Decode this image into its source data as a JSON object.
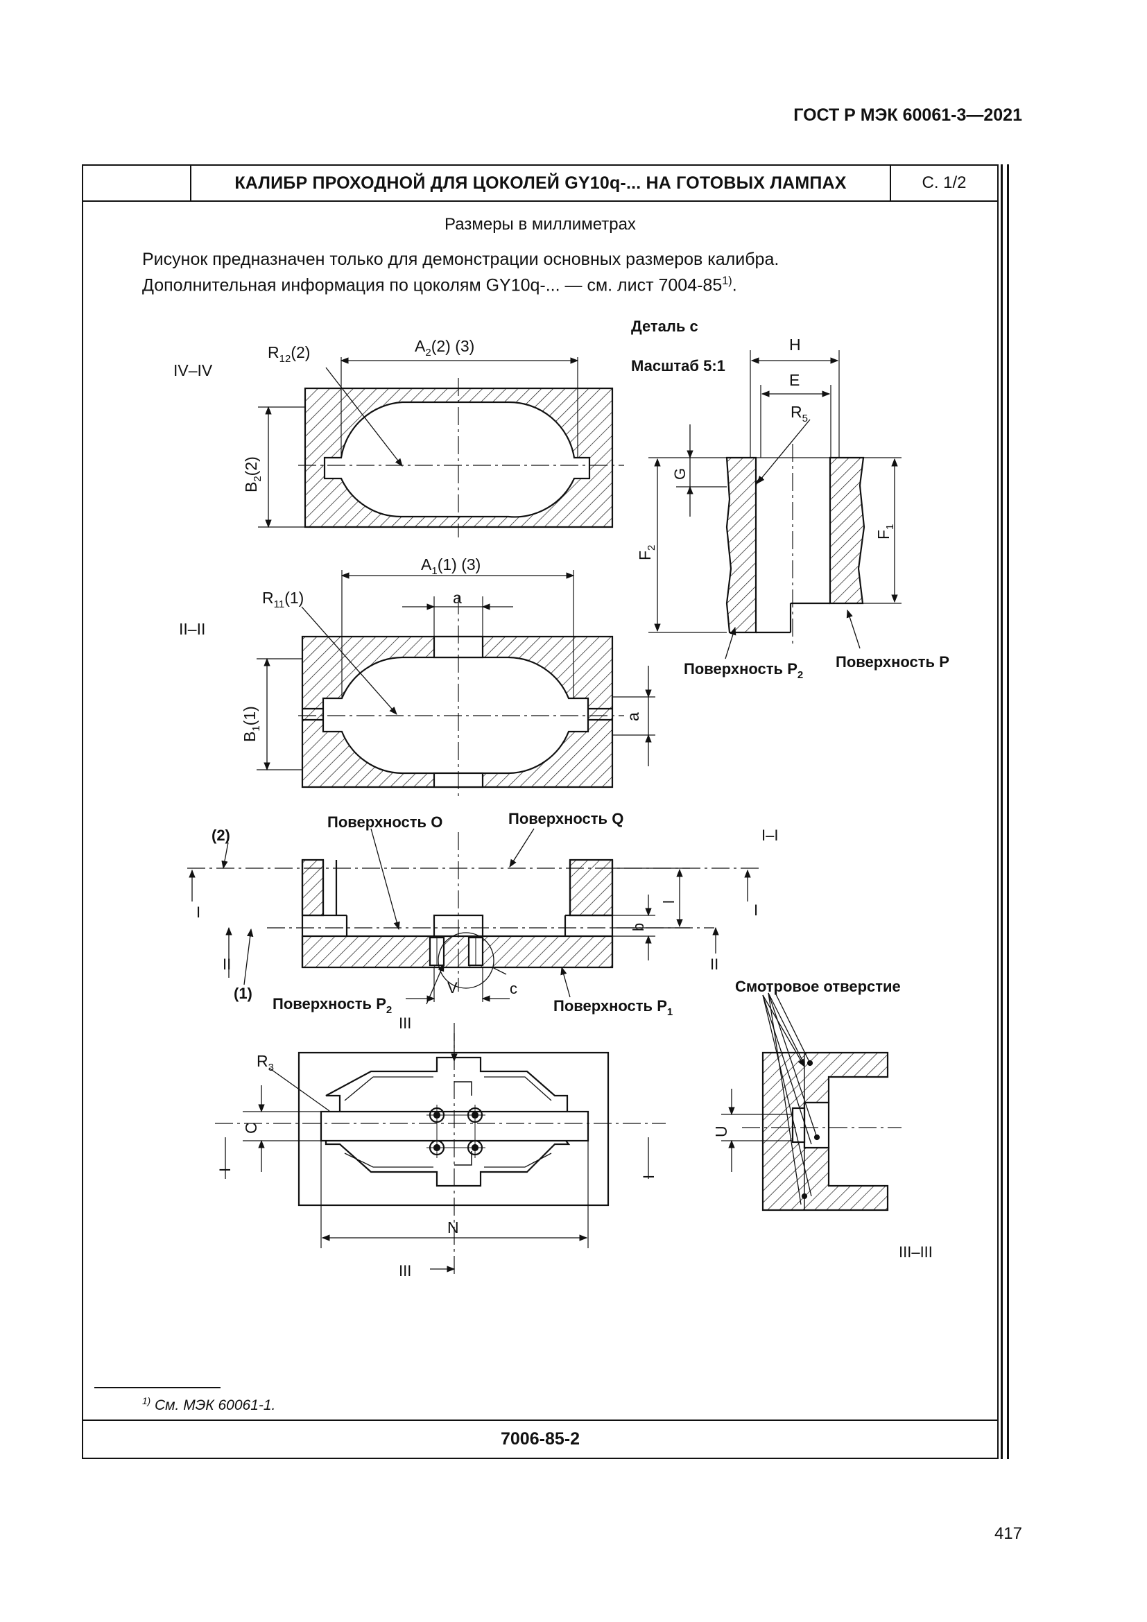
{
  "header": {
    "doc_number": "ГОСТ Р МЭК 60061-3—2021",
    "sheet_title": "КАЛИБР ПРОХОДНОЙ ДЛЯ ЦОКОЛЕЙ GY10q-... НА ГОТОВЫХ ЛАМПАХ",
    "sheet_page": "С. 1/2"
  },
  "body": {
    "dimensions_note": "Размеры в миллиметрах",
    "description_line_1": "Рисунок предназначен только для демонстрации основных размеров калибра.",
    "description_line_2": "Дополнительная информация по цоколям GY10q-... — см. лист 7004-85",
    "description_line_2_sup": "1)",
    "description_line_2_end": "."
  },
  "drawing": {
    "section_iv": "IV–IV",
    "section_ii": "II–II",
    "section_i": "I–I",
    "section_iii": "III–III",
    "detail_title": "Деталь c",
    "detail_scale": "Масштаб 5:1",
    "dim_A2": "A",
    "dim_A2_sub": "2",
    "dim_A2_suffix": "(2) (3)",
    "dim_B2": "B",
    "dim_B2_sub": "2",
    "dim_B2_suffix": "(2)",
    "dim_R12": "R",
    "dim_R12_sub": "12",
    "dim_R12_suffix": "(2)",
    "dim_A1": "A",
    "dim_A1_sub": "1",
    "dim_A1_suffix": "(1) (3)",
    "dim_B1": "B",
    "dim_B1_sub": "1",
    "dim_B1_suffix": "(1)",
    "dim_R11": "R",
    "dim_R11_sub": "11",
    "dim_R11_suffix": "(1)",
    "dim_a": "a",
    "dim_H": "H",
    "dim_E": "E",
    "dim_R5": "R",
    "dim_R5_sub": "5",
    "dim_G": "G",
    "dim_F1": "F",
    "dim_F1_sub": "1",
    "dim_F2": "F",
    "dim_F2_sub": "2",
    "surface_P2": "Поверхность P",
    "surface_P2_sub": "2",
    "surface_P": "Поверхность P",
    "surface_O": "Поверхность O",
    "surface_Q": "Поверхность Q",
    "surface_P1": "Поверхность P",
    "surface_P1_sub": "1",
    "plane_2": "(2)",
    "plane_1": "(1)",
    "mark_I": "I",
    "mark_II": "II",
    "mark_III": "III",
    "dim_l": "l",
    "dim_b": "b",
    "dim_V": "V",
    "detail_c": "c",
    "dim_R3": "R",
    "dim_R3_sub": "3",
    "dim_C": "C",
    "dim_N": "N",
    "dim_U": "U",
    "viewing_hole": "Смотровое отверстие"
  },
  "footnote": {
    "mark": "1)",
    "text": " См. МЭК 60061-1."
  },
  "footer": {
    "sheet_code": "7006-85-2",
    "page_number": "417"
  }
}
